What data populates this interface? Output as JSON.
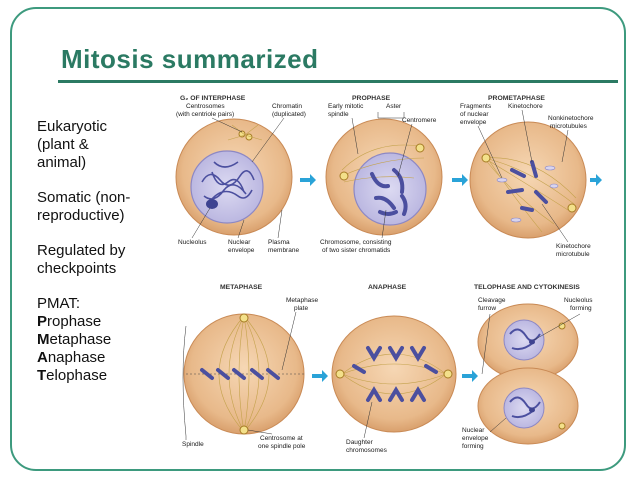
{
  "slide": {
    "title": "Mitosis summarized",
    "accent_color": "#2b7a63",
    "border_color": "#3d9a7e"
  },
  "bullets": {
    "b1": [
      "Eukaryotic",
      "(plant &",
      "animal)"
    ],
    "b2": [
      "Somatic (non-",
      "reproductive)"
    ],
    "b3": [
      "Regulated by",
      "checkpoints"
    ],
    "pmat_heading": "PMAT:",
    "pmat": [
      {
        "initial": "P",
        "rest": "rophase"
      },
      {
        "initial": "M",
        "rest": "etaphase"
      },
      {
        "initial": "A",
        "rest": "naphase"
      },
      {
        "initial": "T",
        "rest": "elophase"
      }
    ]
  },
  "figure": {
    "stages": {
      "g2": "G₂ OF INTERPHASE",
      "prophase": "PROPHASE",
      "prometaphase": "PROMETAPHASE",
      "metaphase": "METAPHASE",
      "anaphase": "ANAPHASE",
      "telophase": "TELOPHASE AND CYTOKINESIS"
    },
    "labels": {
      "centrosomes_1": "Centrosomes",
      "centrosomes_2": "(with centriole pairs)",
      "chromatin_1": "Chromatin",
      "chromatin_2": "(duplicated)",
      "nucleolus": "Nucleolus",
      "nuclear_envelope_1": "Nuclear",
      "nuclear_envelope_2": "envelope",
      "plasma_membrane_1": "Plasma",
      "plasma_membrane_2": "membrane",
      "early_spindle_1": "Early mitotic",
      "early_spindle_2": "spindle",
      "aster": "Aster",
      "centromere": "Centromere",
      "chromosome_1": "Chromosome, consisting",
      "chromosome_2": "of two sister chromatids",
      "fragments_1": "Fragments",
      "fragments_2": "of nuclear",
      "fragments_3": "envelope",
      "kinetochore": "Kinetochore",
      "nonkinetochore_1": "Nonkinetochore",
      "nonkinetochore_2": "microtubules",
      "kinetochore_mt_1": "Kinetochore",
      "kinetochore_mt_2": "microtubule",
      "metaphase_plate_1": "Metaphase",
      "metaphase_plate_2": "plate",
      "spindle": "Spindle",
      "centrosome_pole_1": "Centrosome at",
      "centrosome_pole_2": "one spindle pole",
      "daughter_1": "Daughter",
      "daughter_2": "chromosomes",
      "cleavage_1": "Cleavage",
      "cleavage_2": "furrow",
      "nucleolus_forming_1": "Nucleolus",
      "nucleolus_forming_2": "forming",
      "envelope_forming_1": "Nuclear",
      "envelope_forming_2": "envelope",
      "envelope_forming_3": "forming"
    },
    "colors": {
      "cell": "#e8b98a",
      "cell_edge": "#c98a55",
      "chromosome": "#5a5fb0",
      "nucleus": "#c9c6e8",
      "arrow": "#2aa3d8",
      "spindle": "#b88a3a"
    }
  }
}
